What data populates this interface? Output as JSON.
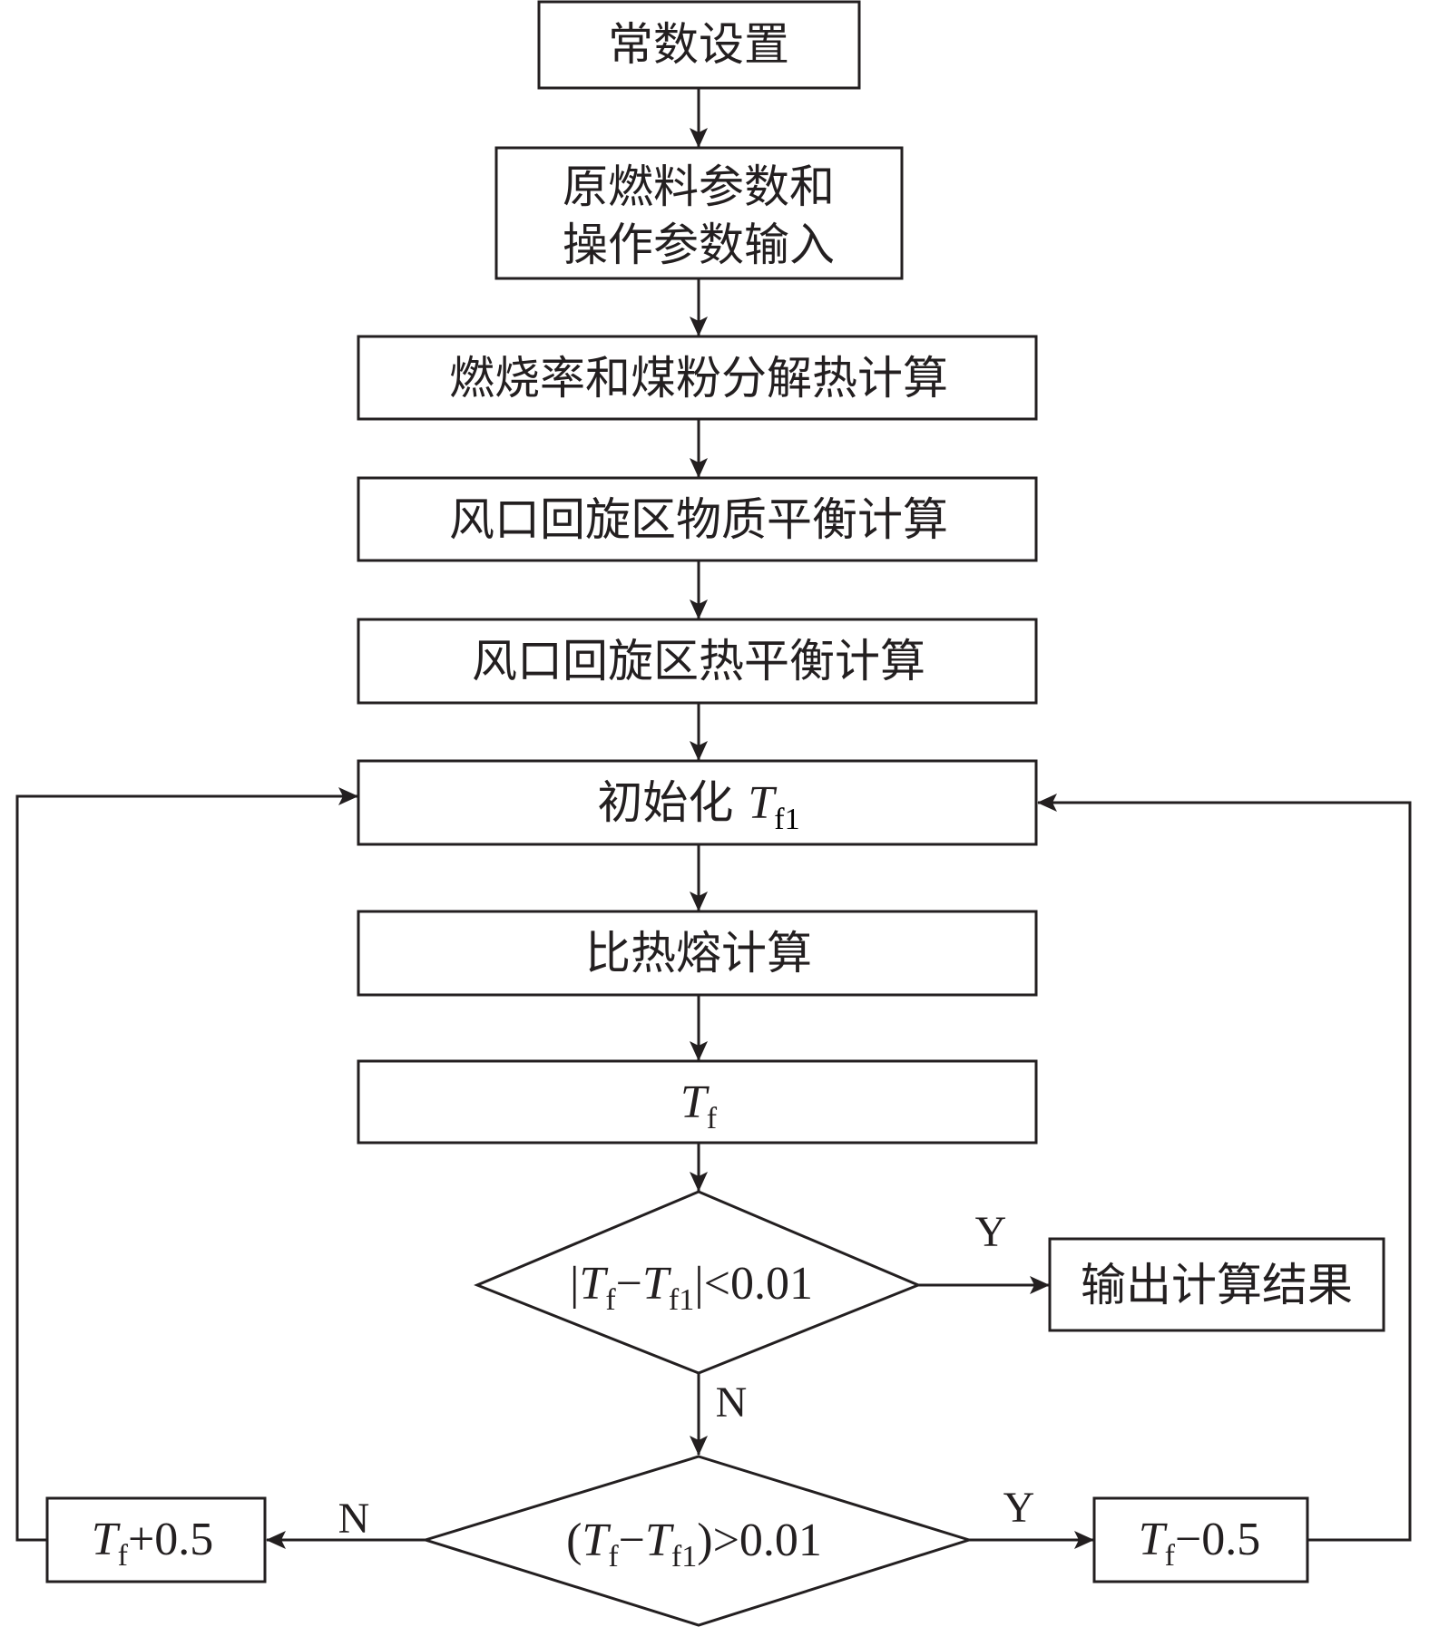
{
  "diagram": {
    "title": "",
    "nodes": [
      {
        "id": "constants",
        "type": "process",
        "lines": [
          "常数设置"
        ]
      },
      {
        "id": "input",
        "type": "process",
        "lines": [
          "原燃料参数和",
          "操作参数输入"
        ]
      },
      {
        "id": "burn",
        "type": "process",
        "lines": [
          "燃烧率和煤粉分解热计算"
        ]
      },
      {
        "id": "mass",
        "type": "process",
        "lines": [
          "风口回旋区物质平衡计算"
        ]
      },
      {
        "id": "heat",
        "type": "process",
        "lines": [
          "风口回旋区热平衡计算"
        ]
      },
      {
        "id": "init",
        "type": "process",
        "text": "初始化 ",
        "math": {
          "var": "T",
          "sub": "f1"
        }
      },
      {
        "id": "enthalpy",
        "type": "process",
        "lines": [
          "比热熔计算"
        ]
      },
      {
        "id": "tf",
        "type": "process",
        "math": {
          "var": "T",
          "sub": "f"
        }
      },
      {
        "id": "check1",
        "type": "decision",
        "expr": {
          "prefix": "|",
          "a": "T",
          "a_sub": "f",
          "op": "−",
          "b": "T",
          "b_sub": "f1",
          "suffix": "|<0.01"
        }
      },
      {
        "id": "output",
        "type": "process",
        "lines": [
          "输出计算结果"
        ]
      },
      {
        "id": "check2",
        "type": "decision",
        "expr": {
          "prefix": "(",
          "a": "T",
          "a_sub": "f",
          "op": "−",
          "b": "T",
          "b_sub": "f1",
          "suffix": ")>0.01"
        }
      },
      {
        "id": "plus",
        "type": "process",
        "math": {
          "var": "T",
          "sub": "f",
          "suffix": "+0.5"
        }
      },
      {
        "id": "minus",
        "type": "process",
        "math": {
          "var": "T",
          "sub": "f",
          "suffix": "−0.5"
        }
      }
    ],
    "edges": [
      {
        "from": "constants",
        "to": "input",
        "label": ""
      },
      {
        "from": "input",
        "to": "burn",
        "label": ""
      },
      {
        "from": "burn",
        "to": "mass",
        "label": ""
      },
      {
        "from": "mass",
        "to": "heat",
        "label": ""
      },
      {
        "from": "heat",
        "to": "init",
        "label": ""
      },
      {
        "from": "init",
        "to": "enthalpy",
        "label": ""
      },
      {
        "from": "enthalpy",
        "to": "tf",
        "label": ""
      },
      {
        "from": "tf",
        "to": "check1",
        "label": ""
      },
      {
        "from": "check1",
        "to": "output",
        "label": "Y"
      },
      {
        "from": "check1",
        "to": "check2",
        "label": "N"
      },
      {
        "from": "check2",
        "to": "plus",
        "label": "N"
      },
      {
        "from": "check2",
        "to": "minus",
        "label": "Y"
      },
      {
        "from": "plus",
        "to": "init",
        "label": ""
      },
      {
        "from": "minus",
        "to": "init",
        "label": ""
      }
    ],
    "labels": {
      "yes": "Y",
      "no": "N"
    }
  }
}
